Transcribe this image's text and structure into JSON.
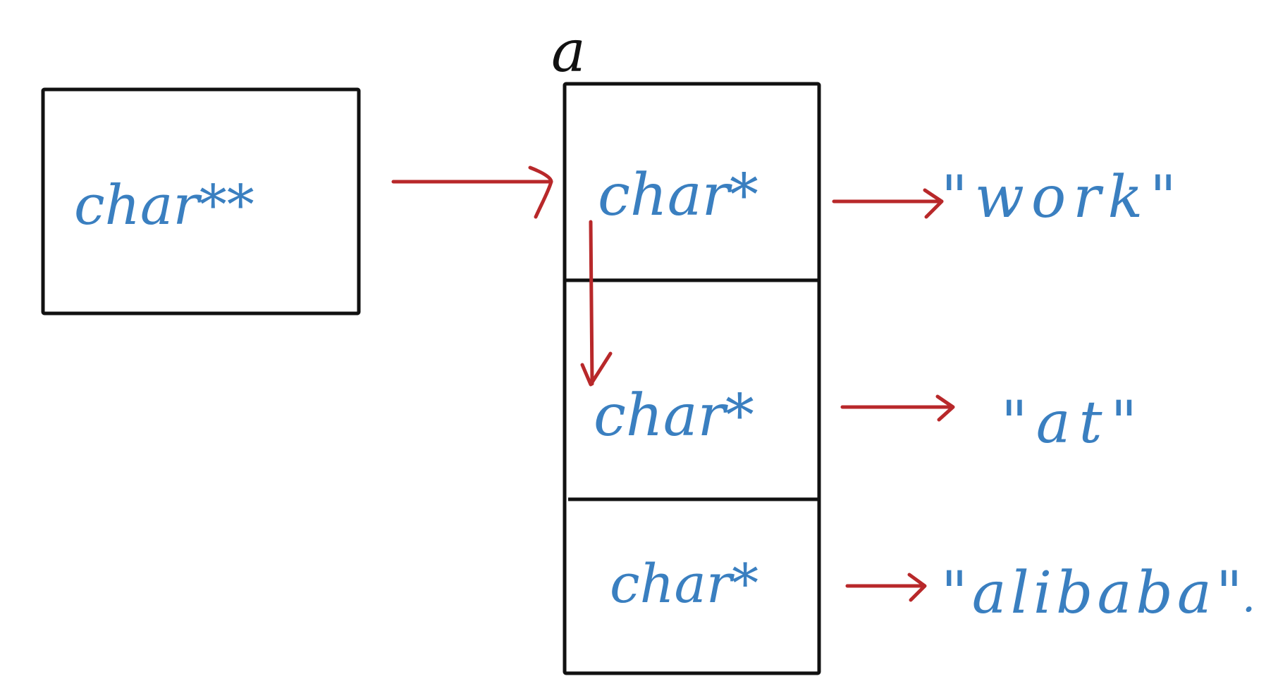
{
  "array_label": "a",
  "pointer_box": {
    "label": "char**"
  },
  "array_cells": [
    {
      "label": "char*",
      "target": "\"work\""
    },
    {
      "label": "char*",
      "target": "\"at\""
    },
    {
      "label": "char*",
      "target": "\"alibaba\"",
      "suffix": "."
    }
  ],
  "colors": {
    "ink": "#111111",
    "text": "#3a7fc0",
    "arrow": "#b8282a"
  }
}
